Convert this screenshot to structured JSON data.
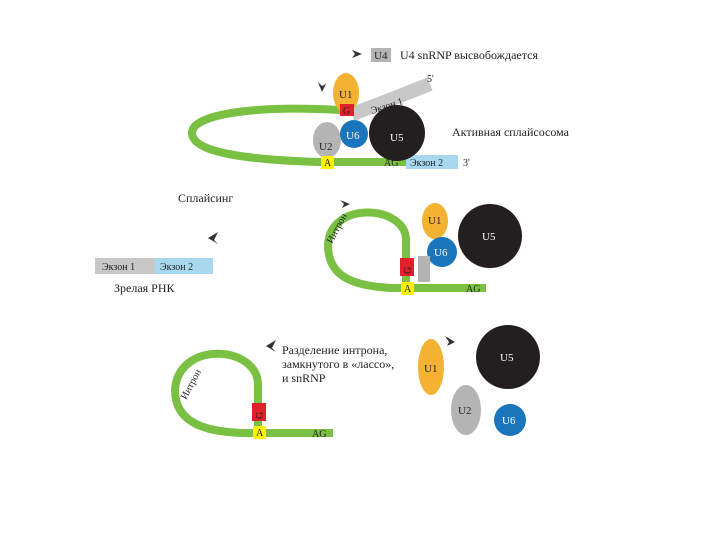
{
  "colors": {
    "rna_green": "#7ac143",
    "exon_gray": "#c8c8c8",
    "exon2_blue": "#a8d8f0",
    "u1_orange": "#f4b233",
    "u6_blue": "#1a75bb",
    "u5_black": "#231f20",
    "u2_gray": "#b4b4b4",
    "u4_gray": "#b4b4b4",
    "u6_red": "#e0202a",
    "a_yellow": "#fff200"
  },
  "labels": {
    "u4_release": "U4 snRNP высвобождается",
    "u4": "U4",
    "active_spliceosome": "Активная сплайсосома",
    "exon1": "Экзон 1",
    "exon2": "Экзон 2",
    "five_prime": "5'",
    "three_prime": "3'",
    "splicing": "Сплайсинг",
    "mature_rna": "Зрелая РНК",
    "intron": "Интрон",
    "separation_line1": "Разделение интрона,",
    "separation_line2": "замкнутого в «лассо»,",
    "separation_line3": "и snRNP",
    "u1": "U1",
    "u2": "U2",
    "u5": "U5",
    "u6": "U6",
    "a": "A",
    "ag": "AG",
    "g": "G"
  }
}
